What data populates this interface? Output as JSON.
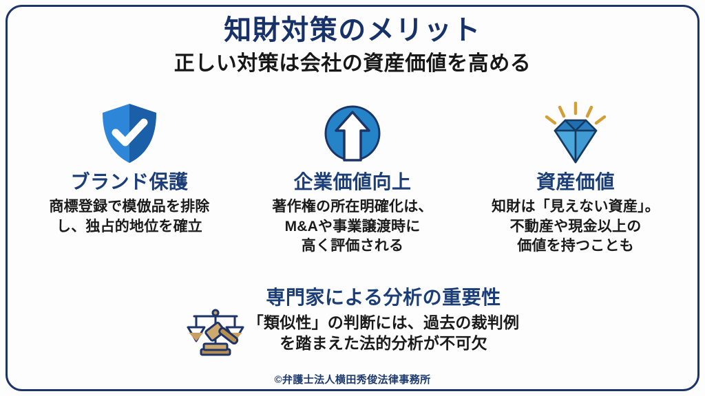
{
  "slide": {
    "title": "知財対策のメリット",
    "subtitle": "正しい対策は会社の資産価値を高める",
    "border_color": "#1c3468",
    "background_color": "#fdfdfd"
  },
  "theme": {
    "navy": "#173169",
    "heading_navy": "#1b3d78",
    "body_black": "#1a1a1a",
    "icon_blue_light": "#2e86d9",
    "icon_blue_dark": "#1a5fa8",
    "icon_gold": "#d2a037"
  },
  "columns": [
    {
      "icon": "shield-check-icon",
      "heading": "ブランド保護",
      "body_lines": [
        "商標登録で模倣品を排除",
        "し、独占的地位を確立"
      ]
    },
    {
      "icon": "circle-up-arrow-icon",
      "heading": "企業価値向上",
      "body_lines": [
        "著作権の所在明確化は、",
        "M&Aや事業譲渡時に",
        "高く評価される"
      ]
    },
    {
      "icon": "diamond-sparkle-icon",
      "heading": "資産価値",
      "body_lines": [
        "知財は「見えない資産」。",
        "不動産や現金以上の",
        "価値を持つことも"
      ]
    }
  ],
  "bottom": {
    "icon": "scales-gavel-icon",
    "heading": "専門家による分析の重要性",
    "body_lines": [
      "「類似性」の判断には、過去の裁判例",
      "を踏まえた法的分析が不可欠"
    ]
  },
  "footer": {
    "credit": "©弁護士法人横田秀俊法律事務所"
  }
}
